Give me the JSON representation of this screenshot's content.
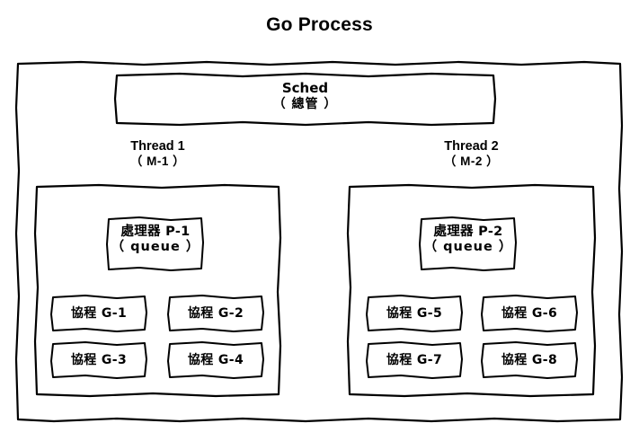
{
  "title": "Go Process",
  "scheduler": {
    "name": "Sched",
    "note": "（ 總管 ）"
  },
  "threads": [
    {
      "title": "Thread 1",
      "subtitle": "（ M-1 ）",
      "processor": {
        "name": "處理器 P-1",
        "note": "（ queue ）"
      },
      "goroutines": [
        "協程 G-1",
        "協程 G-2",
        "協程 G-3",
        "協程 G-4"
      ]
    },
    {
      "title": "Thread 2",
      "subtitle": "（ M-2 ）",
      "processor": {
        "name": "處理器 P-2",
        "note": "（ queue ）"
      },
      "goroutines": [
        "協程 G-5",
        "協程 G-6",
        "協程 G-7",
        "協程 G-8"
      ]
    }
  ],
  "colors": {
    "background": "#ffffff",
    "stroke": "#000000",
    "text": "#000000"
  }
}
